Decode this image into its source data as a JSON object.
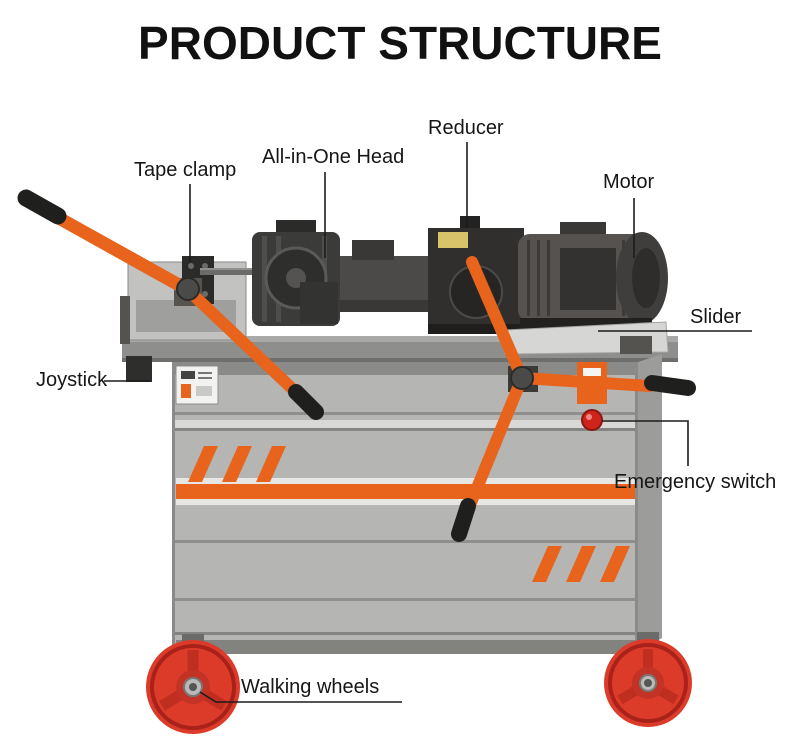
{
  "title": "PRODUCT STRUCTURE",
  "labels": {
    "reducer": "Reducer",
    "tape_clamp": "Tape clamp",
    "all_in_one_head": "All-in-One Head",
    "motor": "Motor",
    "slider": "Slider",
    "joystick": "Joystick",
    "emergency_switch": "Emergency switch",
    "walking_wheels": "Walking wheels"
  },
  "colors": {
    "accent_orange": "#e8641c",
    "wheel_red": "#dd3b2a",
    "button_red": "#cf241c",
    "title_black": "#111111"
  }
}
